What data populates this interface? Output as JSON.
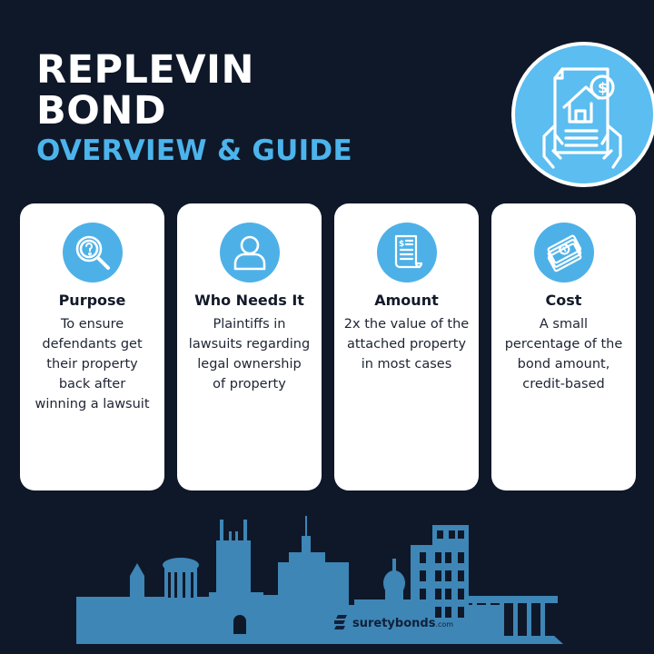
{
  "header": {
    "title_line1": "REPLEVIN",
    "title_line2": "BOND",
    "subtitle": "OVERVIEW & GUIDE",
    "hero_icon": "document-house-dollar-in-hands-icon"
  },
  "colors": {
    "background": "#0f1829",
    "accent": "#4cb4ec",
    "icon_circle": "#4db1e8",
    "skyline": "#3e86b6",
    "card": "#ffffff"
  },
  "cards": [
    {
      "icon": "magnifier-question-icon",
      "title": "Purpose",
      "lines": [
        "To ensure",
        "defendants get",
        "their property",
        "back after",
        "winning a lawsuit"
      ]
    },
    {
      "icon": "person-icon",
      "title": "Who Needs It",
      "lines": [
        "Plaintiffs in",
        "lawsuits regarding",
        "legal ownership",
        "of property"
      ]
    },
    {
      "icon": "receipt-dollar-icon",
      "title": "Amount",
      "lines": [
        "2x the value of the",
        "attached property",
        "in most cases"
      ]
    },
    {
      "icon": "money-bills-icon",
      "title": "Cost",
      "lines": [
        "A small",
        "percentage of the",
        "bond amount,",
        "credit-based"
      ]
    }
  ],
  "footer": {
    "brand_name": "suretybonds",
    "brand_tld": ".com"
  }
}
